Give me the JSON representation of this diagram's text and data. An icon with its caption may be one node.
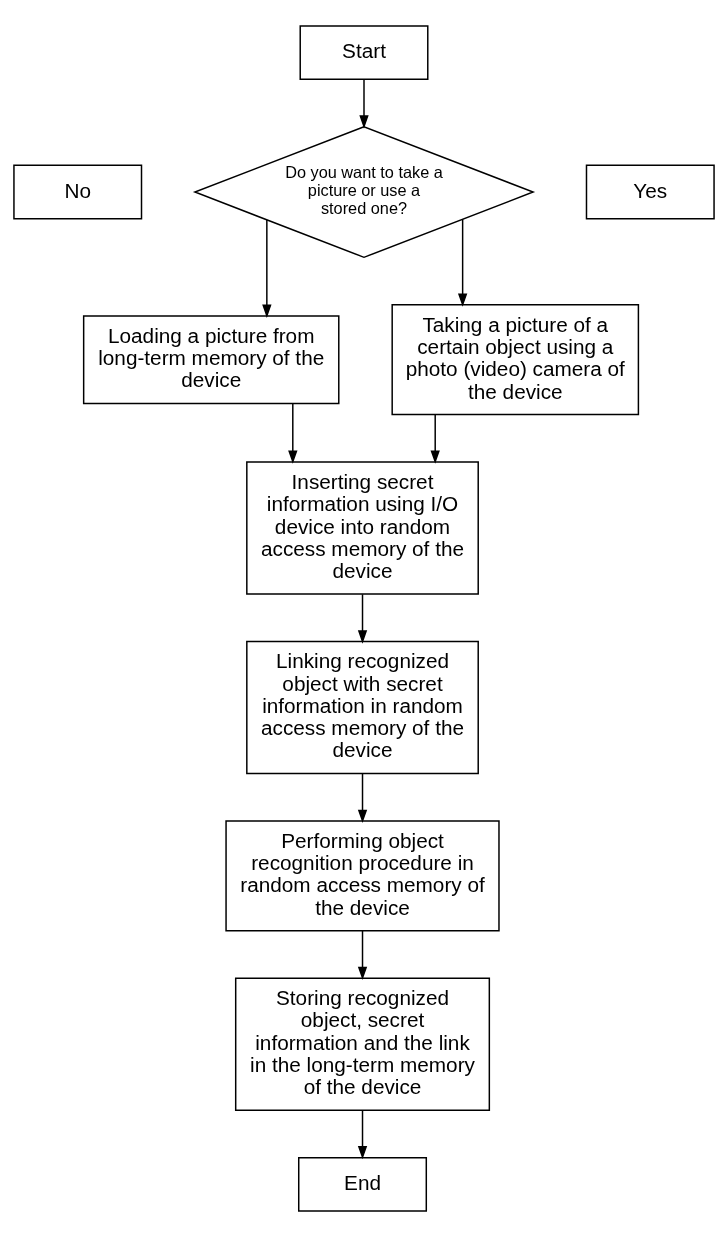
{
  "diagram": {
    "nodes": [
      {
        "text": [
          "Start"
        ]
      },
      {
        "text": [
          "No"
        ]
      },
      {
        "text": [
          "Do you want to take a picture or use a stored one?"
        ]
      },
      {
        "text": [
          "Yes"
        ]
      },
      {
        "text": [
          "Loading a picture from long-term memory of the device"
        ]
      },
      {
        "text": [
          "Taking a picture of a certain object using a photo (video) camera of the device"
        ]
      },
      {
        "text": [
          "Inserting secret information using I/O device into random access memory of the device"
        ]
      },
      {
        "text": [
          "Linking recognized object with secret information in random access memory of the device"
        ]
      },
      {
        "text": [
          "Performing object recognition procedure in random access memory of the device"
        ]
      },
      {
        "text": [
          "Storing recognized object, secret information and the link in the long-term memory of the device"
        ]
      },
      {
        "text": [
          "End"
        ]
      }
    ],
    "edges": [
      {
        "from": 0,
        "to": 2,
        "arrow": "to"
      },
      {
        "from": 2,
        "to": 4,
        "arrow": "to"
      },
      {
        "from": 2,
        "to": 5,
        "arrow": "to"
      },
      {
        "from": 4,
        "to": 6,
        "arrow": "to"
      },
      {
        "from": 5,
        "to": 6,
        "arrow": "to"
      },
      {
        "from": 6,
        "to": 7,
        "arrow": "to"
      },
      {
        "from": 7,
        "to": 8,
        "arrow": "to"
      },
      {
        "from": 8,
        "to": 9,
        "arrow": "to"
      },
      {
        "from": 9,
        "to": 10,
        "arrow": "to"
      }
    ]
  }
}
